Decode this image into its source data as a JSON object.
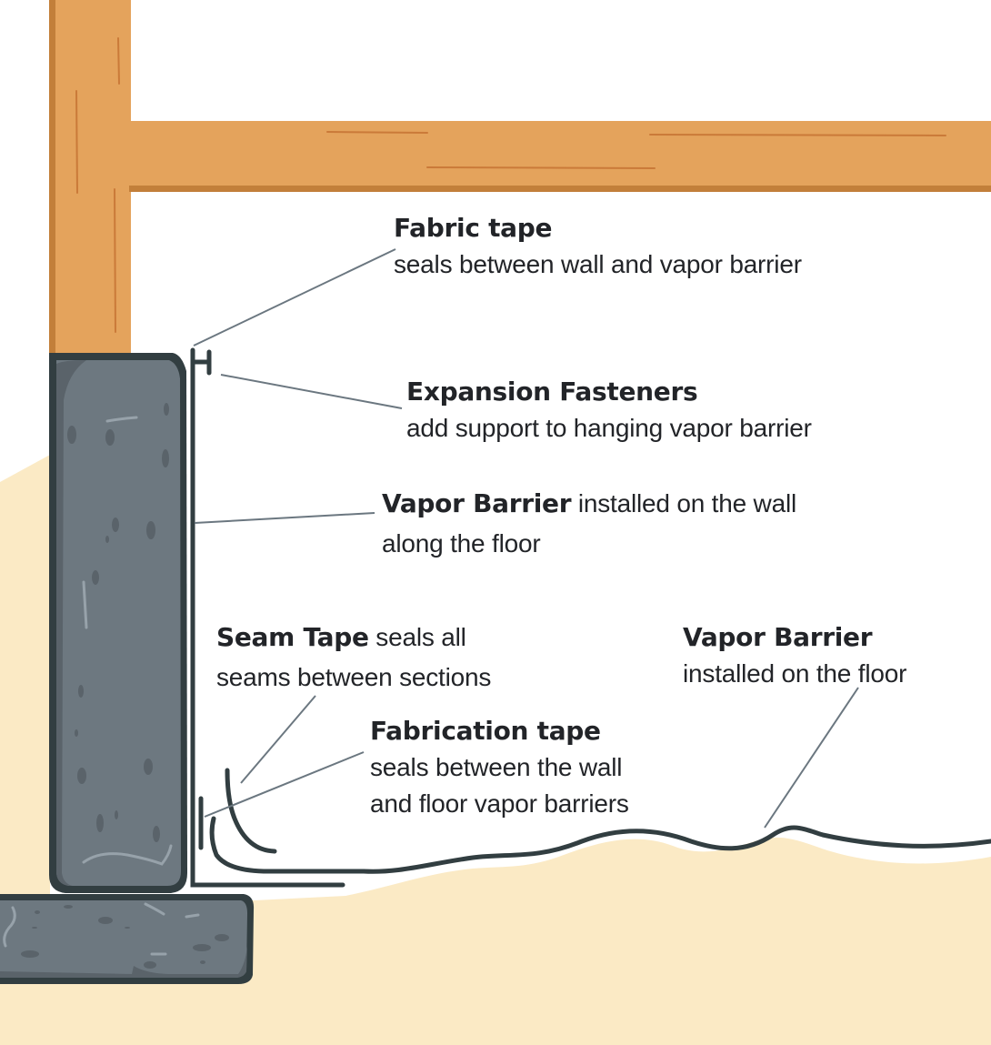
{
  "diagram": {
    "subject": "Crawl space vapor barrier installation",
    "colors": {
      "wood": "#e4a35c",
      "wood_shadow": "#c27f3a",
      "wood_grain": "#c67332",
      "block_fill": "#6d7880",
      "block_shadow": "#5a636a",
      "block_outline": "#323e41",
      "block_highlight": "#97a2aa",
      "soil": "#fbeac5",
      "barrier_line": "#323e41",
      "leader_line": "#6b7780",
      "text": "#222428"
    },
    "labels": {
      "fabric_tape": {
        "title": "Fabric tape",
        "desc": "seals between wall and vapor barrier"
      },
      "expansion_fasteners": {
        "title": "Expansion Fasteners",
        "desc": "add support to hanging vapor barrier"
      },
      "wall_vapor_barrier": {
        "title": "Vapor Barrier",
        "desc_line1": " installed on the wall",
        "desc_line2": "along the floor"
      },
      "seam_tape": {
        "title": "Seam Tape",
        "desc_line1": " seals all",
        "desc_line2": "seams between sections"
      },
      "floor_vapor_barrier": {
        "title": "Vapor Barrier",
        "desc": "installed on the floor"
      },
      "fabrication_tape": {
        "title": "Fabrication tape",
        "desc_line1": "seals between the wall",
        "desc_line2": "and floor vapor barriers"
      }
    }
  }
}
